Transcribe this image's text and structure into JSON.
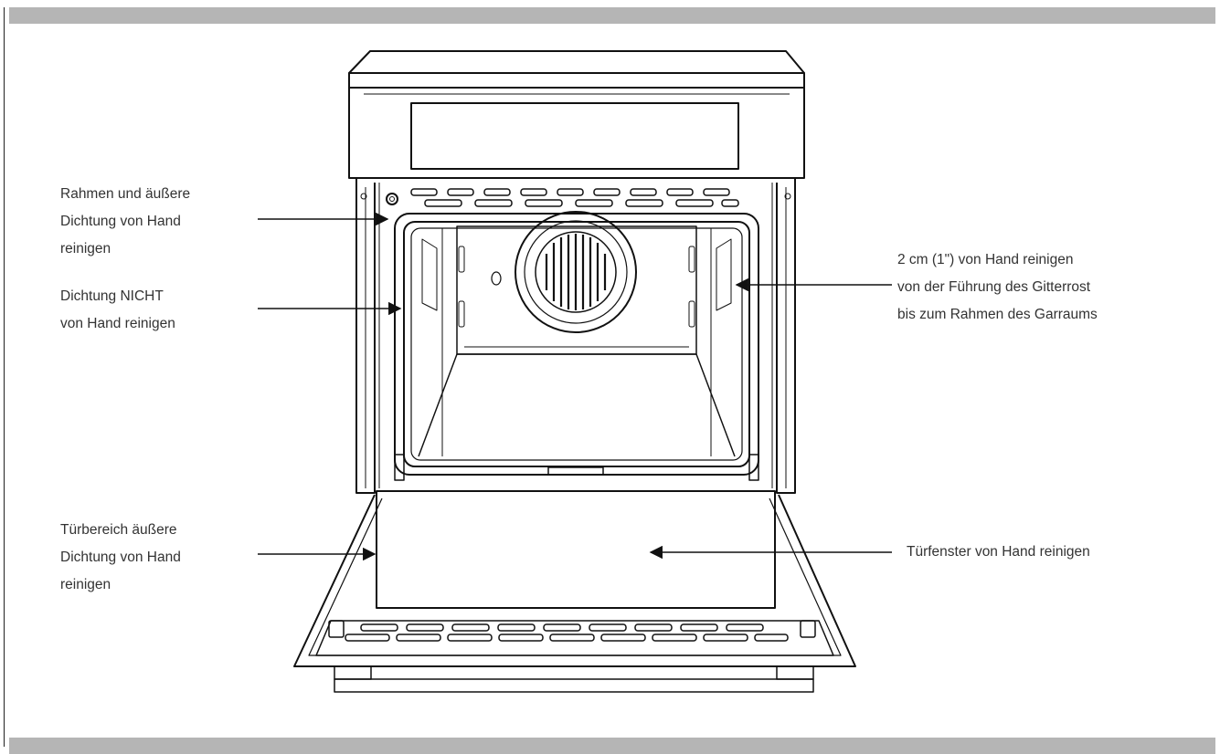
{
  "labels": {
    "frame_seal": [
      "Rahmen und äußere",
      "Dichtung von Hand",
      "reinigen"
    ],
    "seal_not": [
      "Dichtung NICHT",
      "von Hand reinigen"
    ],
    "door_seal": [
      "Türbereich äußere",
      "Dichtung von Hand",
      "reinigen"
    ],
    "rack_guide": [
      "2 cm (1\") von Hand reinigen",
      "von der Führung des Gitterrost",
      "bis zum Rahmen des Garraums"
    ],
    "door_window": [
      "Türfenster von Hand reinigen"
    ]
  },
  "colors": {
    "line": "#111111",
    "bar": "#b5b5b5",
    "text": "#333333"
  }
}
